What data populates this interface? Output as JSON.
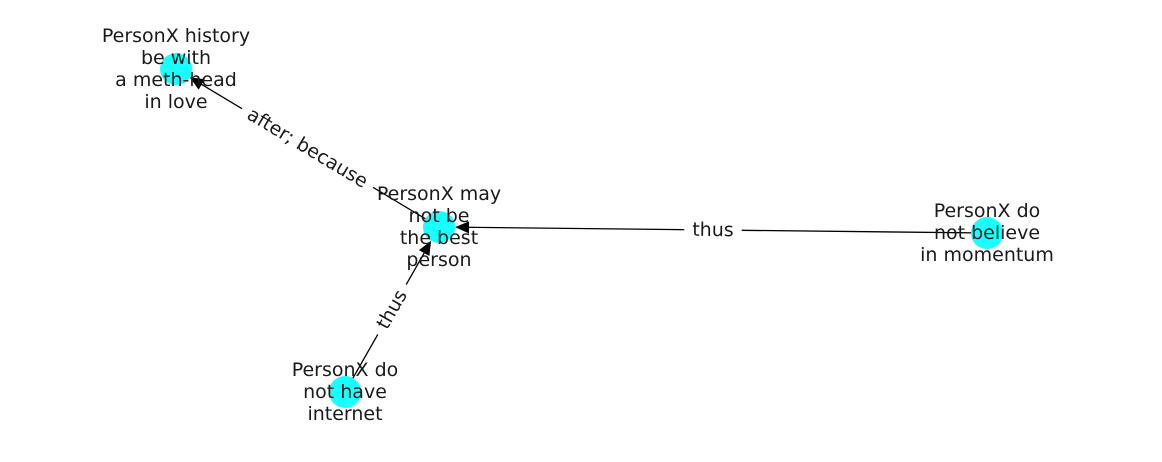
{
  "colors": {
    "node": "#17ffff",
    "edge": "#000000",
    "text": "#1a1a1a"
  },
  "nodes": [
    {
      "id": "n_history",
      "name": "node-persona-history",
      "lines": [
        "PersonX history",
        "be with",
        "a meth-head",
        "in love"
      ]
    },
    {
      "id": "n_center",
      "name": "node-persona-may-not-be",
      "lines": [
        "PersonX may",
        "not be",
        "the best",
        "person"
      ]
    },
    {
      "id": "n_momentum",
      "name": "node-persona-momentum",
      "lines": [
        "PersonX do",
        "not believe",
        "in momentum"
      ]
    },
    {
      "id": "n_internet",
      "name": "node-persona-internet",
      "lines": [
        "PersonX do",
        "not have",
        "internet"
      ]
    }
  ],
  "edges": [
    {
      "from": "n_center",
      "to": "n_history",
      "label": "after;  because"
    },
    {
      "from": "n_momentum",
      "to": "n_center",
      "label": "thus"
    },
    {
      "from": "n_internet",
      "to": "n_center",
      "label": "thus"
    }
  ]
}
